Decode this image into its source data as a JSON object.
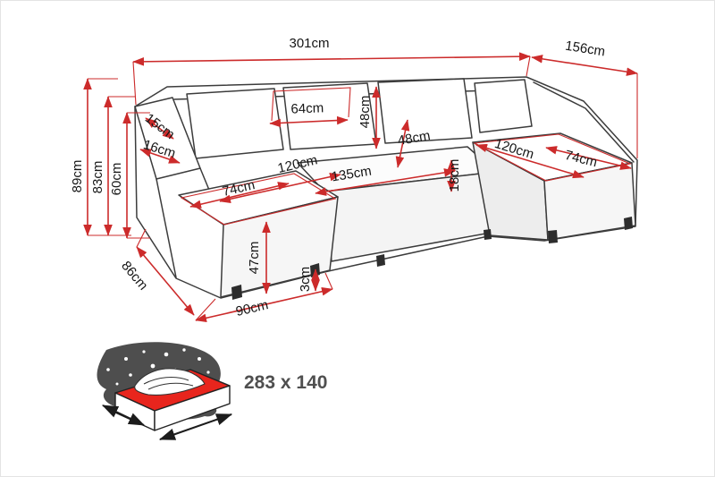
{
  "colors": {
    "dimension_line": "#cc2b2b",
    "sofa_outline": "#3c3c3c",
    "label_text": "#161616",
    "mattress_top": "#e8251d",
    "splash_gray": "#4e4e4e",
    "bed_text": "#4f4f4f"
  },
  "sofa": {
    "dimensions": {
      "total_width": "301cm",
      "total_depth_right": "156cm",
      "height_total": "89cm",
      "height_backrest": "83cm",
      "height_armrest": "60cm",
      "backrest_top_depth": "15cm",
      "armrest_width": "16cm",
      "back_cushion_width": "64cm",
      "back_cushion_height": "48cm",
      "back_cushion_height_2": "48cm",
      "chaise_left_length": "120cm",
      "middle_seat_width": "135cm",
      "seat_back_gap": "18cm",
      "chaise_right_length": "120cm",
      "chaise_right_width": "74cm",
      "chaise_left_width": "74cm",
      "seat_height": "47cm",
      "leg_height": "3cm",
      "side_depth": "86cm",
      "front_depth": "90cm"
    }
  },
  "sleeping_area": {
    "icon": "mattress-bed-icon",
    "size_label": "283 x 140"
  }
}
